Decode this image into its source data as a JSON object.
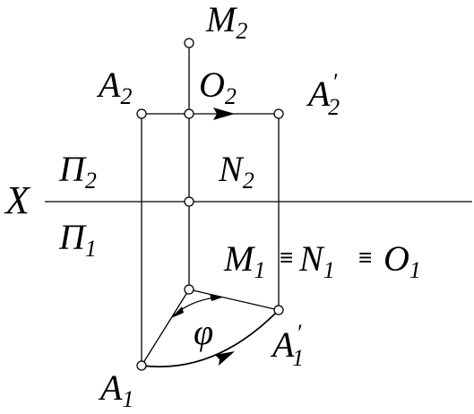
{
  "labels": {
    "M2": {
      "main": "M",
      "sub": "2"
    },
    "A2": {
      "main": "A",
      "sub": "2"
    },
    "O2": {
      "main": "O",
      "sub": "2"
    },
    "A2p": {
      "main": "A",
      "sub": "2",
      "prime": "′"
    },
    "X": "X",
    "Pi2": {
      "main": "Π",
      "sub": "2"
    },
    "Pi1": {
      "main": "Π",
      "sub": "1"
    },
    "N2": {
      "main": "N",
      "sub": "2"
    },
    "M1": {
      "main": "M",
      "sub": "1"
    },
    "N1": {
      "main": "N",
      "sub": "1"
    },
    "O1": {
      "main": "O",
      "sub": "1"
    },
    "equiv": "≡",
    "phi": "φ",
    "A1p": {
      "main": "A",
      "sub": "1",
      "prime": "′"
    },
    "A1": {
      "main": "A",
      "sub": "1"
    }
  }
}
